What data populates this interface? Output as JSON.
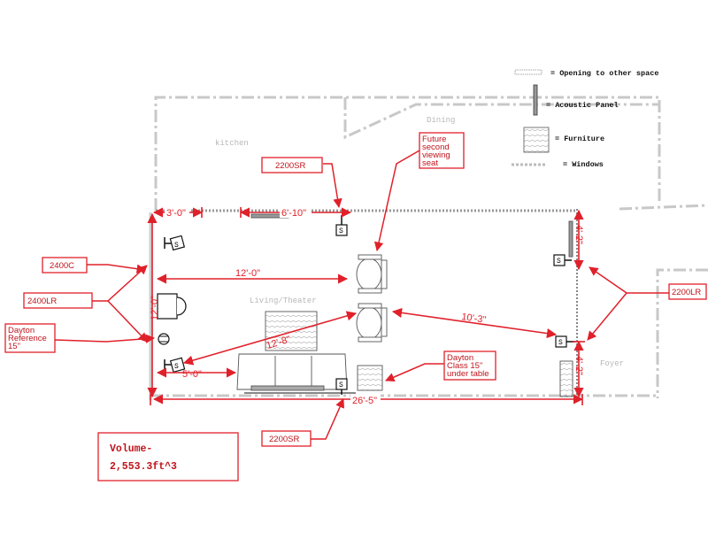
{
  "legend": {
    "opening": "= Opening to other space",
    "panel": "= Acoustic Panel",
    "furniture": "= Furniture",
    "windows": "= Windows"
  },
  "rooms": {
    "kitchen": "kitchen",
    "dining": "Dining",
    "living": "Living/Theater",
    "foyer": "Foyer"
  },
  "dimensions": {
    "d3_0": "3'-0\"",
    "d6_10": "6'-10\"",
    "d12_0_h": "12'-0\"",
    "d12_0_v": "12'-0\"",
    "d12_8": "12'-8\"",
    "d10_3": "10'-3\"",
    "d5_0": "5'-0\"",
    "d26_5": "26'-5\"",
    "d4_2_top": "4'-2\"",
    "d4_2_bottom": "4'-2\""
  },
  "callouts": {
    "sr_top": "2200SR",
    "future_seat": [
      "Future",
      "second",
      "viewing",
      "seat"
    ],
    "c2400c": "2400C",
    "c2400lr": "2400LR",
    "dayton_ref": [
      "Dayton",
      "Reference",
      "15\""
    ],
    "sr_right": "2200LR",
    "dayton_class": [
      "Dayton",
      "Class 15\"",
      "under table"
    ],
    "sr_bottom": "2200SR"
  },
  "speaker_symbol": "S",
  "volume": {
    "line1": "Volume-",
    "line2": "2,553.3ft^3"
  },
  "colors": {
    "accent": "#e0202a",
    "wall": "#c8c8c8",
    "ink": "#111111"
  }
}
